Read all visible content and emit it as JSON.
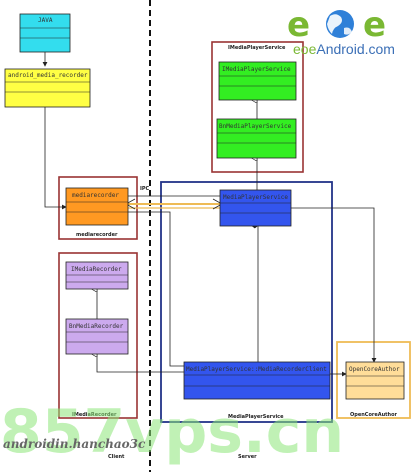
{
  "nodes": {
    "java": "JAVA",
    "android_media_recorder": "android_media_recorder",
    "mediarecorder": "mediarecorder",
    "imediarecorder": "IMediaRecorder",
    "bnmediarecorder": "BnMediaRecorder",
    "imediaplayerservice": "IMediaPlayerService",
    "bnmediaplayerservice": "BnMediaPlayerService",
    "mediaplayerservice": "MediaPlayerService",
    "mediarecorderclient": "MediaPlayerService::MediaRecorderClient",
    "opencoreauthor": "OpenCoreAuthor"
  },
  "groups": {
    "mediarecorder_label": "mediarecorder",
    "imediaplayerservice_label": "IMediaPlayerService",
    "imediarecorder_label": "IMediaRecorder",
    "mediaplayerservice_label": "MediaPlayerService",
    "opencoreauthor_label": "OpenCoreAuthor"
  },
  "regions": {
    "client": "Client",
    "server": "Server"
  },
  "edge_labels": {
    "ipc": "IPC"
  },
  "branding": {
    "logo_letters": [
      "e",
      "e"
    ],
    "site": "eoeAndroid.com",
    "site_prefix": "eoe",
    "site_suffix": "Android.com",
    "watermark_big": "857vps.cn",
    "watermark_author": "androidin.hanchao3c"
  },
  "colors": {
    "cyan": "#33ddee",
    "yellow": "#ffff44",
    "orange": "#ff9922",
    "purple": "#ccaaee",
    "green": "#33ee22",
    "blue": "#3355ee",
    "pale_yellow": "#ffdd99",
    "dark_red": "#993333",
    "navy": "#223388",
    "gold": "#eebb55"
  }
}
